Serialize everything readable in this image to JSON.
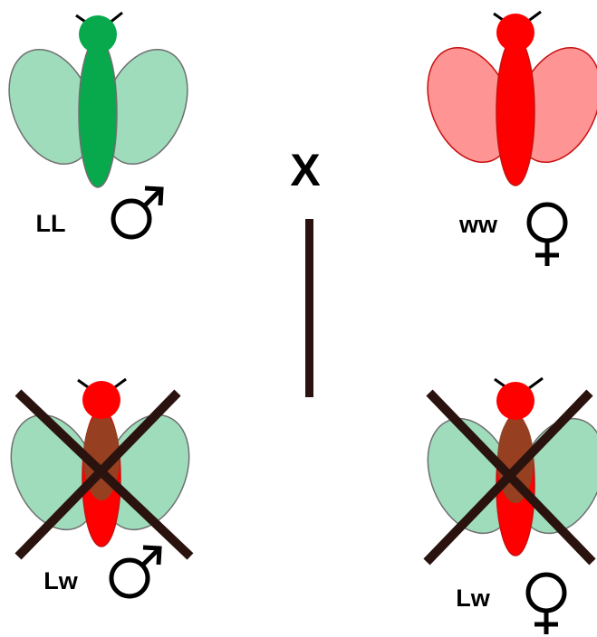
{
  "diagram": {
    "cross_symbol": "X",
    "parents": {
      "male": {
        "genotype": "LL",
        "sex_icon": "male-symbol-icon",
        "body_color": "#08a84c",
        "wing_color": "#9fdcbc"
      },
      "female": {
        "genotype": "ww",
        "sex_icon": "female-symbol-icon",
        "body_color": "#ff0000",
        "wing_color": "#ff9494"
      }
    },
    "offspring": {
      "male": {
        "genotype": "Lw",
        "sex_icon": "male-symbol-icon",
        "crossed_out": true
      },
      "female": {
        "genotype": "Lw",
        "sex_icon": "female-symbol-icon",
        "crossed_out": true
      }
    },
    "colors": {
      "offspring_body": "#ff0000",
      "offspring_wing": "#9fdcbc",
      "overlap_brown": "#8d4524",
      "cross_out_lines": "#2a130e",
      "divider": "#2a130e"
    }
  }
}
